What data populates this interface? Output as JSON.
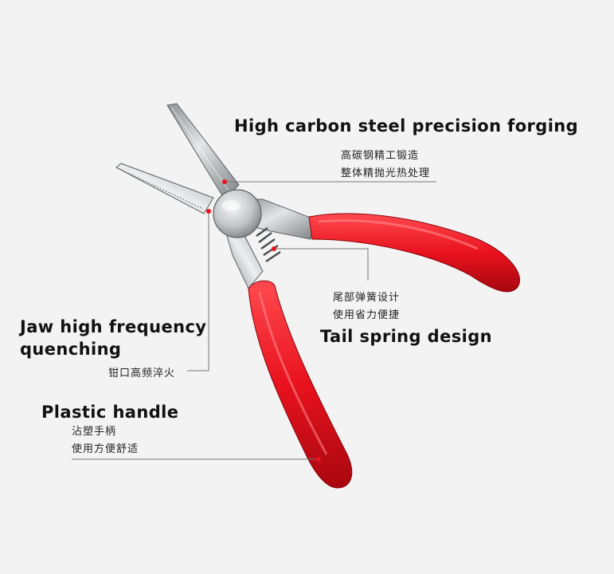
{
  "callouts": {
    "forging": {
      "title": "High carbon steel precision forging",
      "cn_line1": "高碳钢精工锻造",
      "cn_line2": "整体精抛光热处理"
    },
    "spring": {
      "title": "Tail spring design",
      "cn_line1": "尾部弹簧设计",
      "cn_line2": "使用省力便捷"
    },
    "jaw": {
      "title_line1": "Jaw high frequency",
      "title_line2": "quenching",
      "cn_line1": "钳口高频淬火"
    },
    "handle": {
      "title": "Plastic handle",
      "cn_line1": "沾塑手柄",
      "cn_line2": "使用方便舒适"
    }
  },
  "colors": {
    "handle_red": "#e8121e",
    "steel": "#b9bcbf",
    "marker": "#e8121e",
    "leader_line": "#777777"
  }
}
